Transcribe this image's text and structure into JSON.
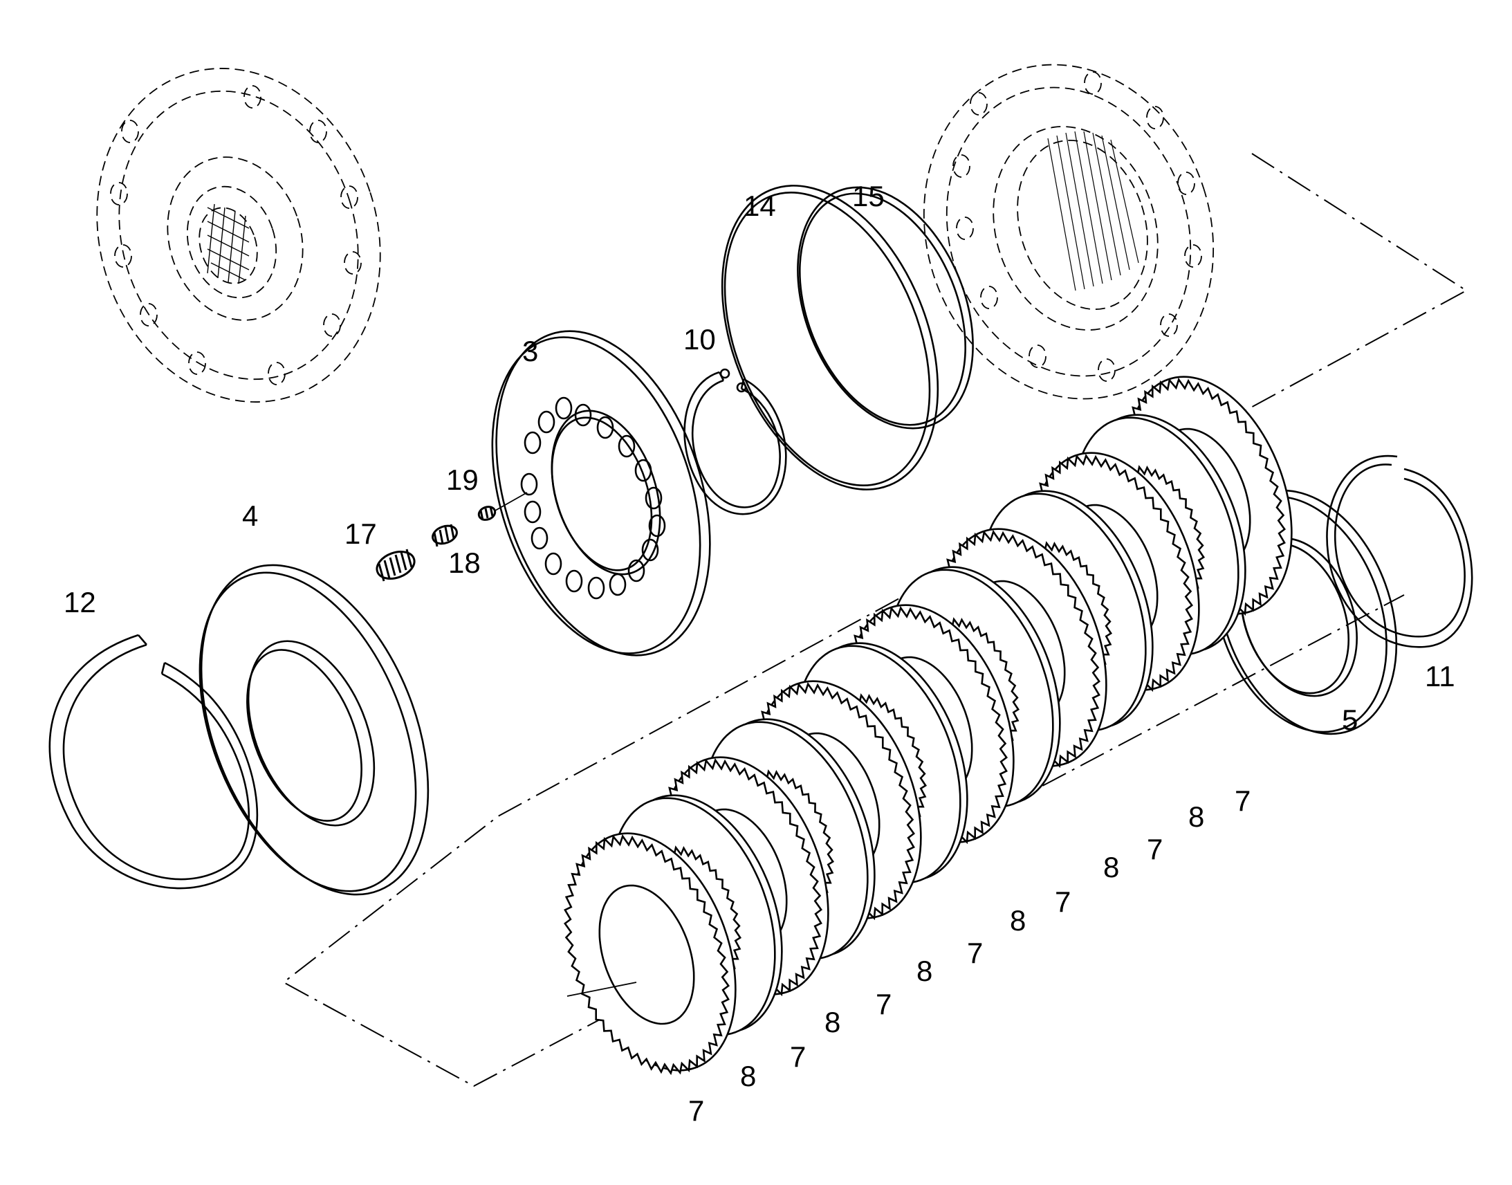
{
  "labels": {
    "l3": "3",
    "l4": "4",
    "l5": "5",
    "l10": "10",
    "l11": "11",
    "l12": "12",
    "l14": "14",
    "l15": "15",
    "l17": "17",
    "l18": "18",
    "l19": "19",
    "stack_7": [
      "7",
      "7",
      "7",
      "7",
      "7",
      "7",
      "7"
    ],
    "stack_8": [
      "8",
      "8",
      "8",
      "8",
      "8",
      "8"
    ]
  }
}
